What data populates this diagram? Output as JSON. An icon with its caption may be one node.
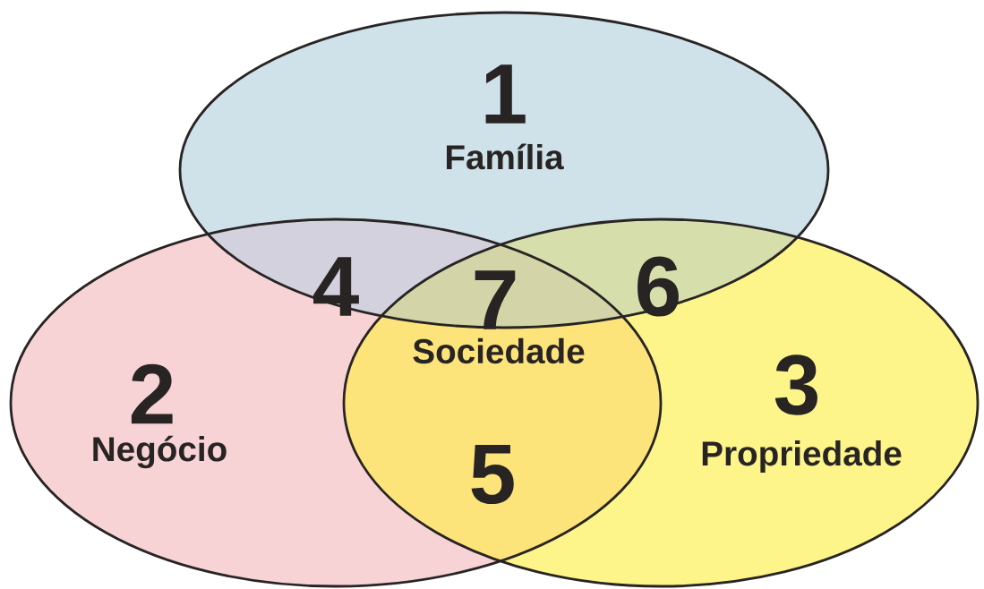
{
  "diagram": {
    "nodes": [
      {
        "text": [
          "1",
          "Família"
        ]
      },
      {
        "text": [
          "2",
          "Negócio"
        ]
      },
      {
        "text": [
          "3",
          "Propriedade"
        ]
      }
    ],
    "labels": [
      "4",
      "7",
      "Sociedade",
      "6",
      "5"
    ]
  }
}
